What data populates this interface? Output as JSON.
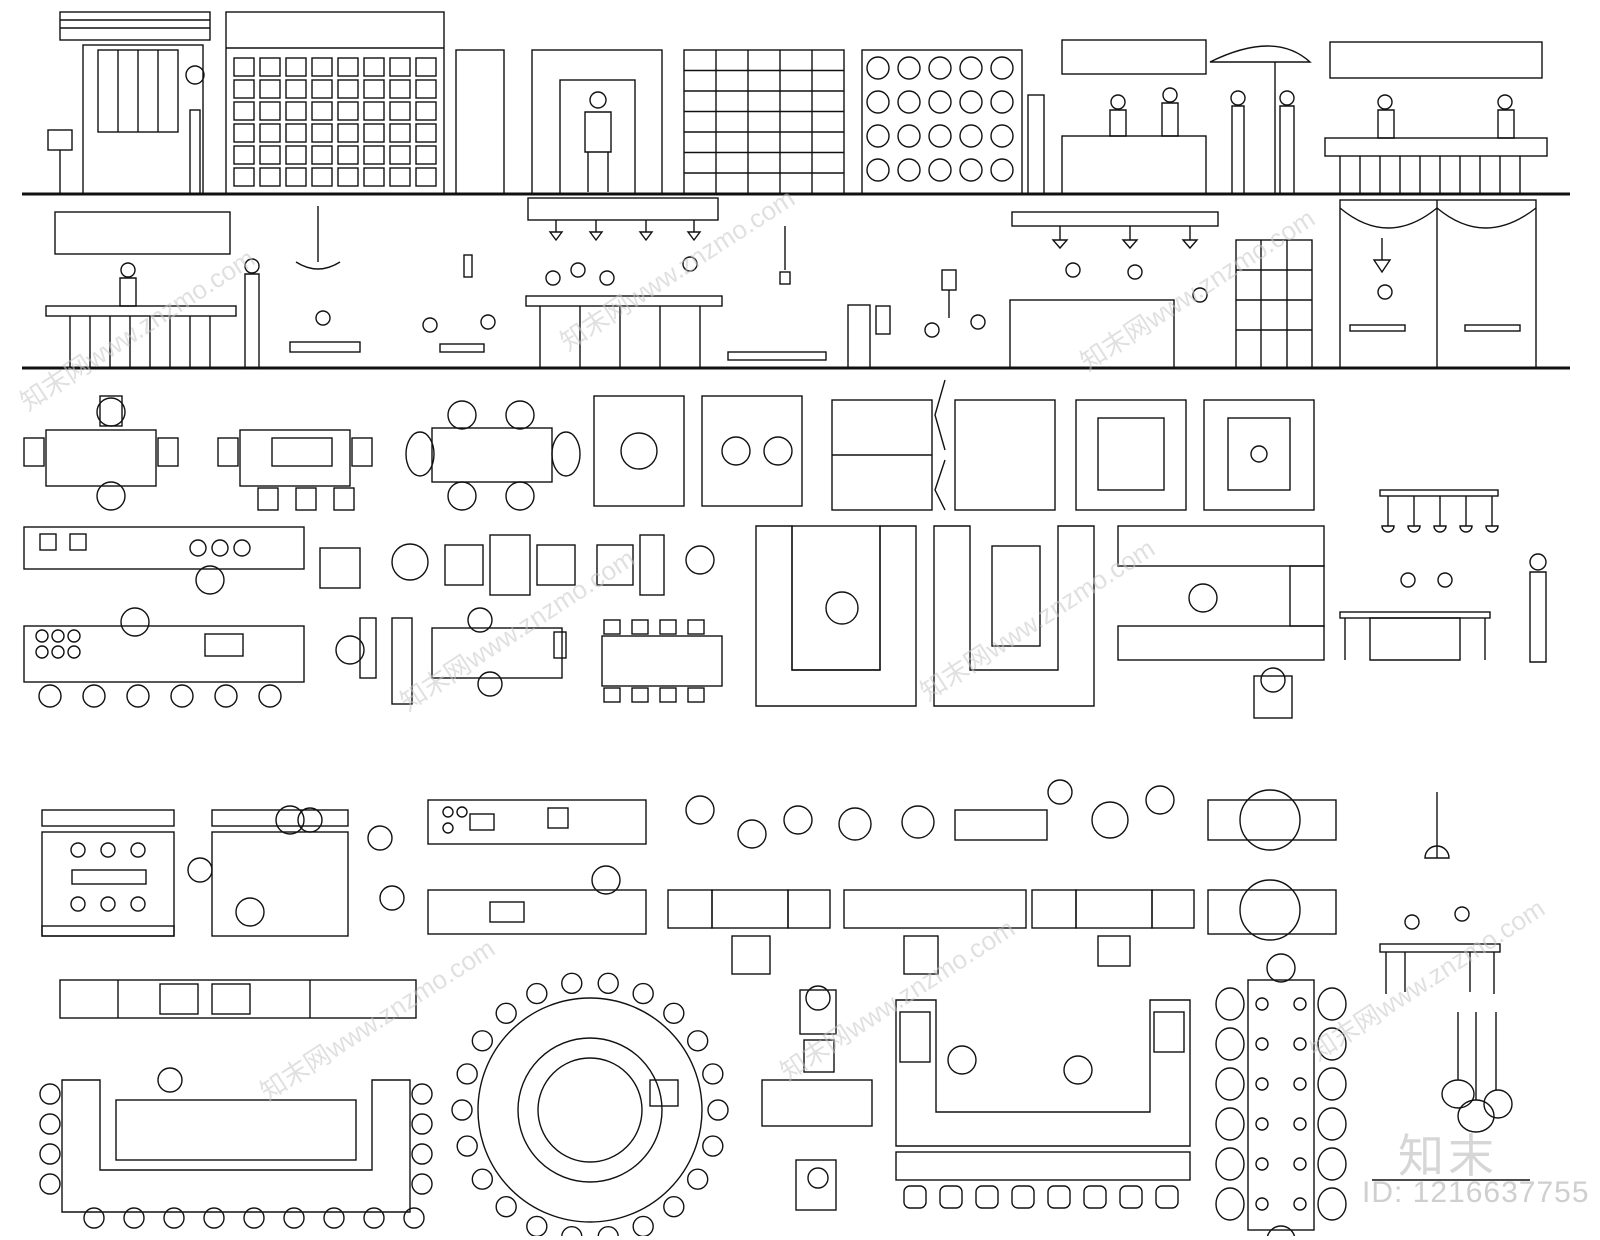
{
  "watermark": {
    "url_text": "www.znzmo.com",
    "site_text": "知末网"
  },
  "brand_mark": "知末",
  "image_id": "ID: 1216637755"
}
